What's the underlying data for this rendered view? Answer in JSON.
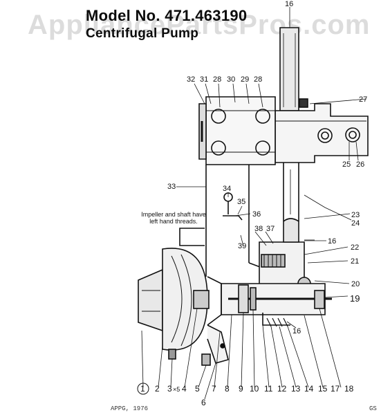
{
  "watermark": "AppliancePartsPros.com",
  "title": {
    "model": "Model No. 471.463190",
    "subtitle": "Centrifugal Pump"
  },
  "note": "Impeller and shaft have left hand threads.",
  "footer": {
    "left": "APPG, 1976",
    "right": "GS"
  },
  "callouts": {
    "c1": "1",
    "c2": "2",
    "c3": "3",
    "c3x": "×5",
    "c4": "4",
    "c5": "5",
    "c6": "6",
    "c7": "7",
    "c8": "8",
    "c9": "9",
    "c10": "10",
    "c11": "11",
    "c12": "12",
    "c13": "13",
    "c14": "14",
    "c15": "15",
    "c16a": "16",
    "c16b": "16",
    "c16c": "16",
    "c17": "17",
    "c18": "18",
    "c19": "19",
    "c20": "20",
    "c21": "21",
    "c22": "22",
    "c23": "23",
    "c24": "24",
    "c25": "25",
    "c26": "26",
    "c27": "27",
    "c28a": "28",
    "c28b": "28",
    "c29": "29",
    "c30": "30",
    "c31": "31",
    "c32": "32",
    "c33": "33",
    "c34": "34",
    "c35": "35",
    "c36": "36",
    "c37": "37",
    "c38": "38",
    "c39": "39"
  }
}
